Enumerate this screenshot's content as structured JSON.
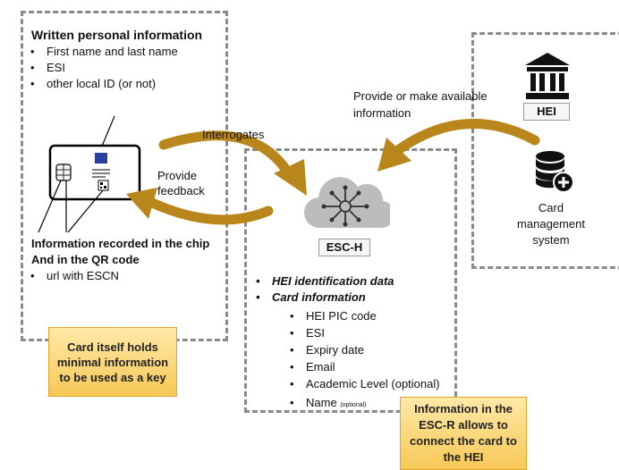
{
  "left_box": {
    "title": "Written personal information",
    "items": [
      "First name and last name",
      "ESI",
      "other local ID (or not)"
    ],
    "chip_title_1": "Information recorded in the chip",
    "chip_title_2": "And in the QR code",
    "chip_items": [
      "url with ESCN"
    ]
  },
  "left_note": "Card itself holds minimal information to be used as a key",
  "arrows": {
    "interrogates": "Interrogates",
    "provide_feedback": "Provide feedback",
    "provide_info": "Provide or make available information"
  },
  "hei": {
    "label": "HEI",
    "card_system": "Card management system"
  },
  "esch": {
    "label": "ESC-H",
    "items": [
      {
        "text": "HEI identification data"
      },
      {
        "text": "Card information"
      }
    ],
    "card_info": [
      "HEI PIC code",
      "ESI",
      "Expiry date",
      "Email",
      "Academic Level (optional)"
    ],
    "name_label": "Name",
    "name_optional": "(optional)"
  },
  "right_note": "Information in the ESC-R allows to connect the card to the HEI",
  "colors": {
    "arrow": "#b8861b",
    "note_fill": "#f7c856",
    "box_border": "#8a8a8a",
    "cloud": "#bcbcbc"
  }
}
